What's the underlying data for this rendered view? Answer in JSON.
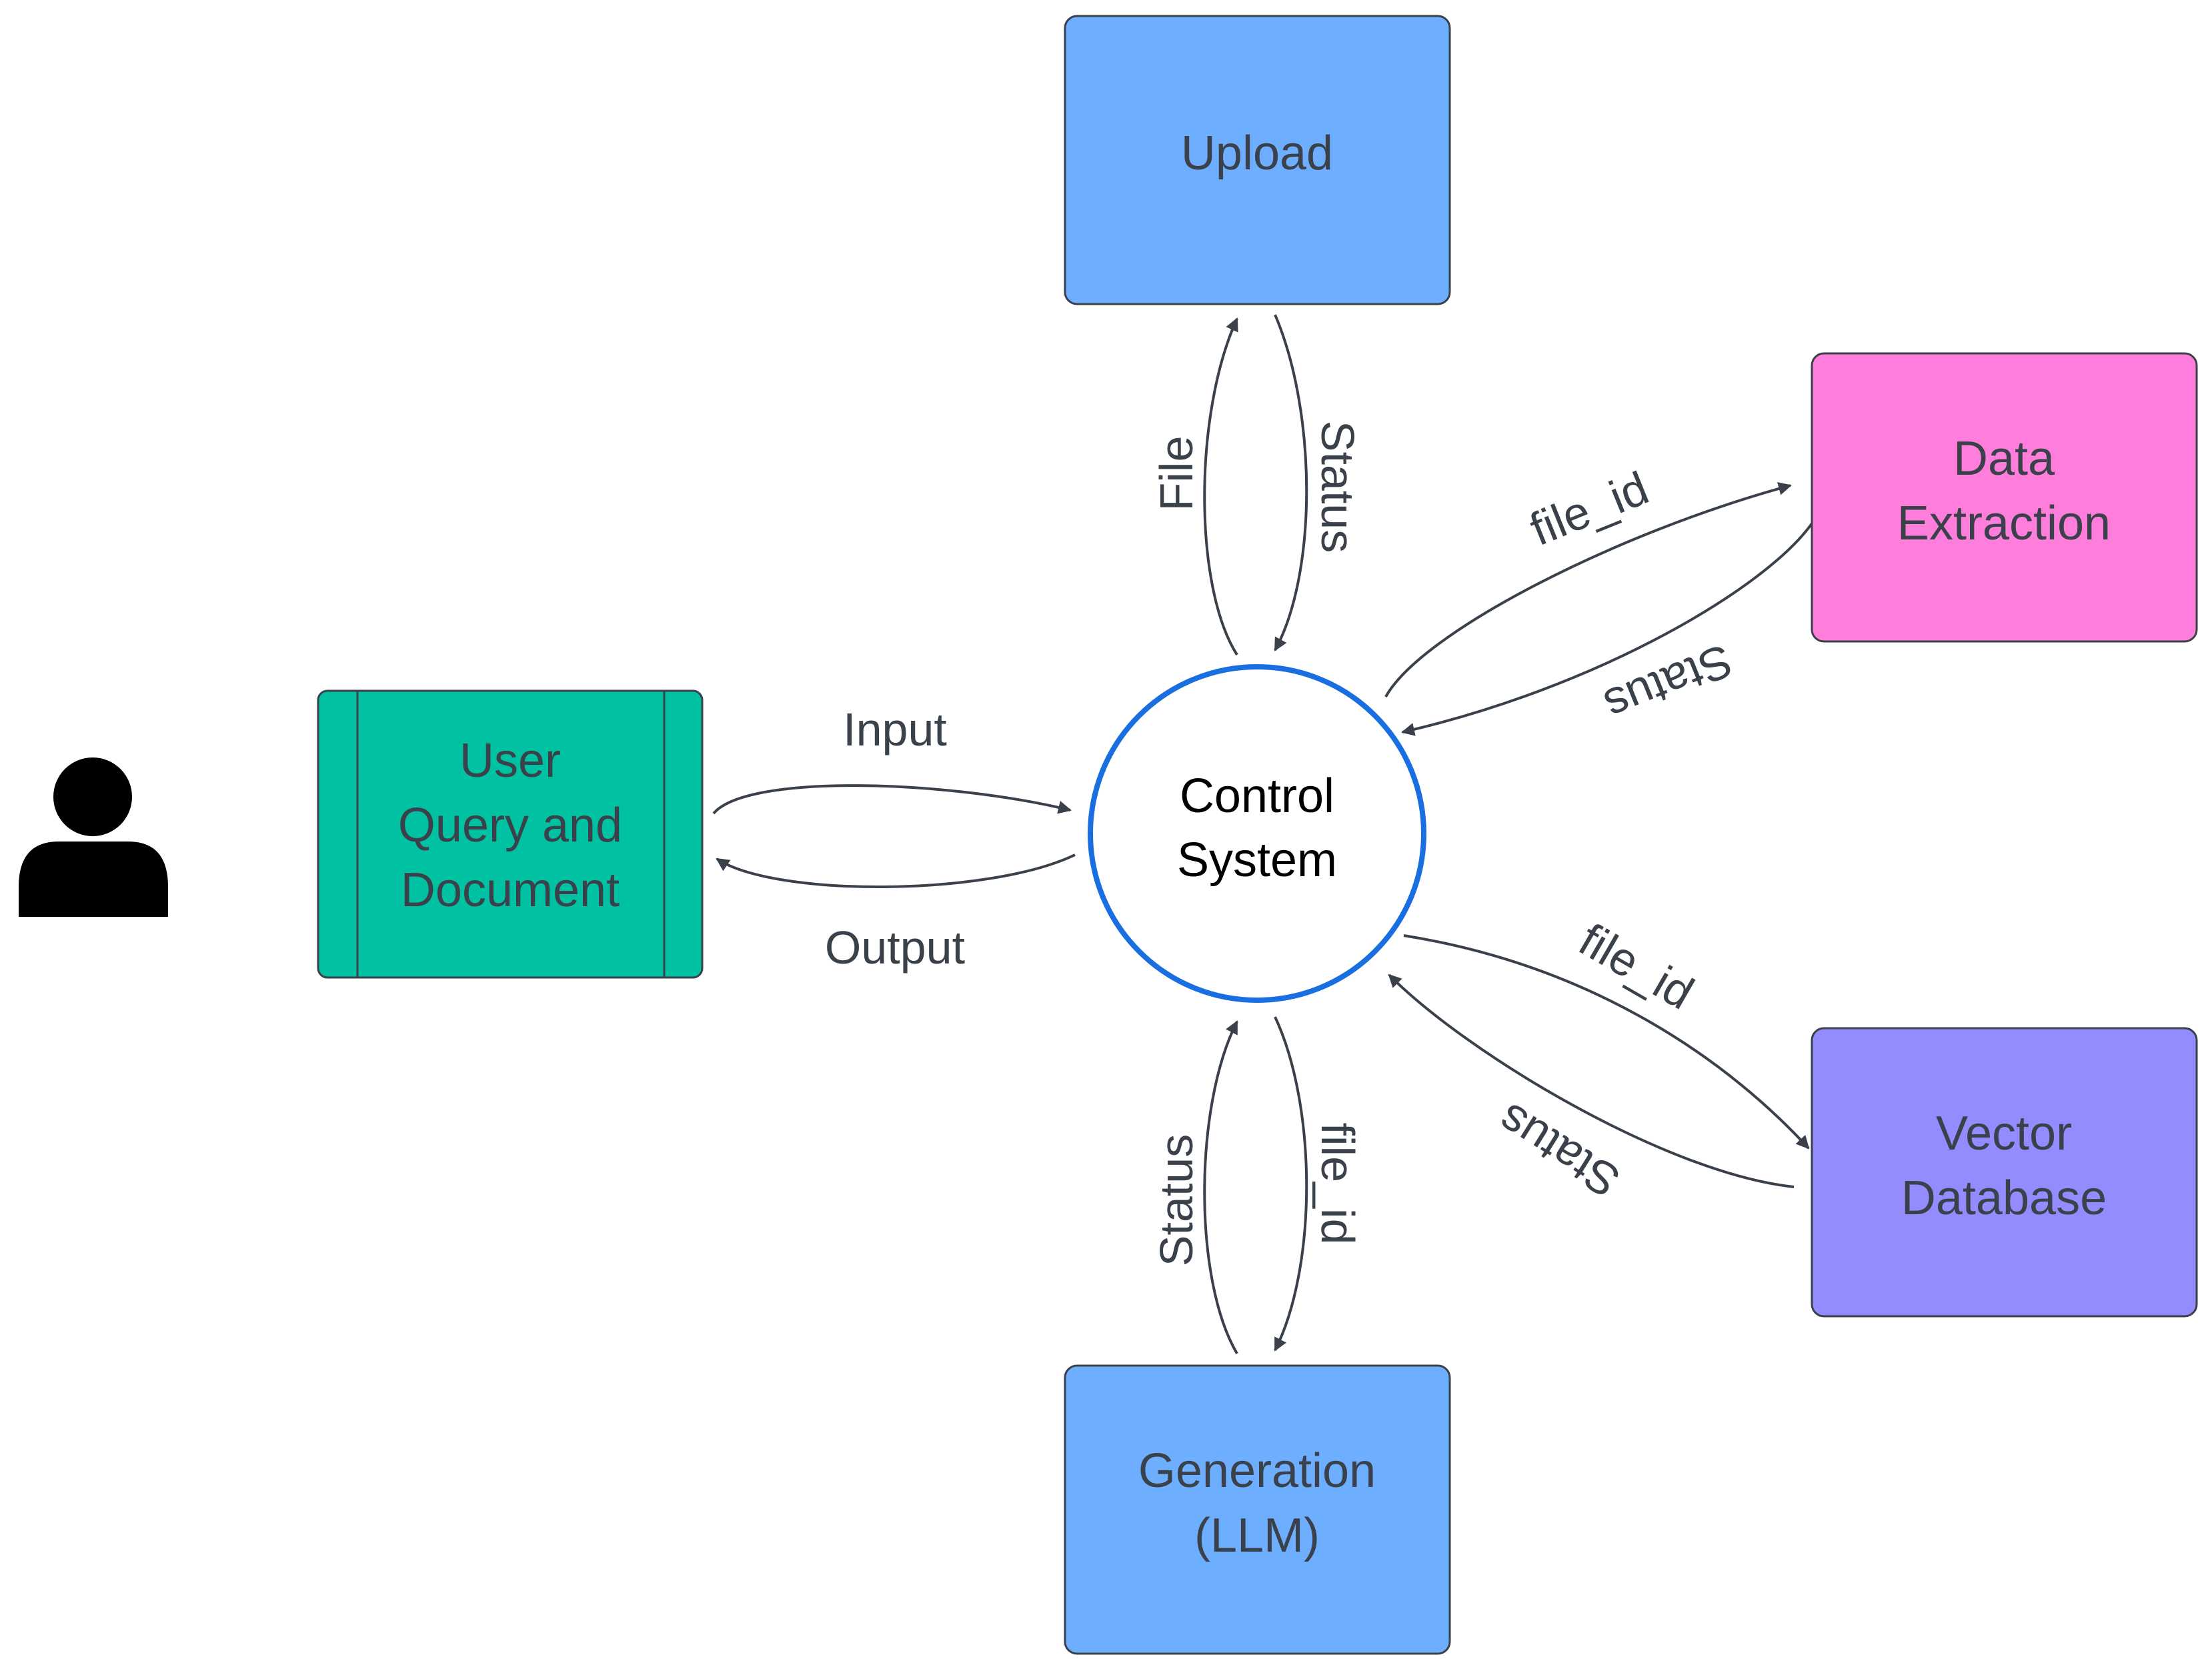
{
  "colors": {
    "upload": "#6eaeff",
    "generation": "#6eaeff",
    "data_extraction": "#ff7edb",
    "vector_database": "#928cff",
    "user_query": "#00c1a2",
    "control_system_border": "#1a6fe0",
    "user_icon": "#000000"
  },
  "icons": {
    "user": "person-silhouette-icon"
  },
  "nodes": {
    "upload": {
      "lines": [
        "Upload"
      ]
    },
    "data_extraction": {
      "lines": [
        "Data",
        "Extraction"
      ]
    },
    "user_query": {
      "lines": [
        "User",
        "Query and",
        "Document"
      ]
    },
    "control_system": {
      "lines": [
        "Control",
        "System"
      ]
    },
    "vector_database": {
      "lines": [
        "Vector",
        "Database"
      ]
    },
    "generation": {
      "lines": [
        "Generation",
        "(LLM)"
      ]
    }
  },
  "edges": {
    "input": "Input",
    "output": "Output",
    "upload_file": "File",
    "upload_status": "Status",
    "extraction_file_id": "file_id",
    "extraction_status": "Status",
    "vector_file_id": "file_id",
    "vector_status": "Status",
    "generation_status": "Status",
    "generation_file_id": "file_id"
  }
}
